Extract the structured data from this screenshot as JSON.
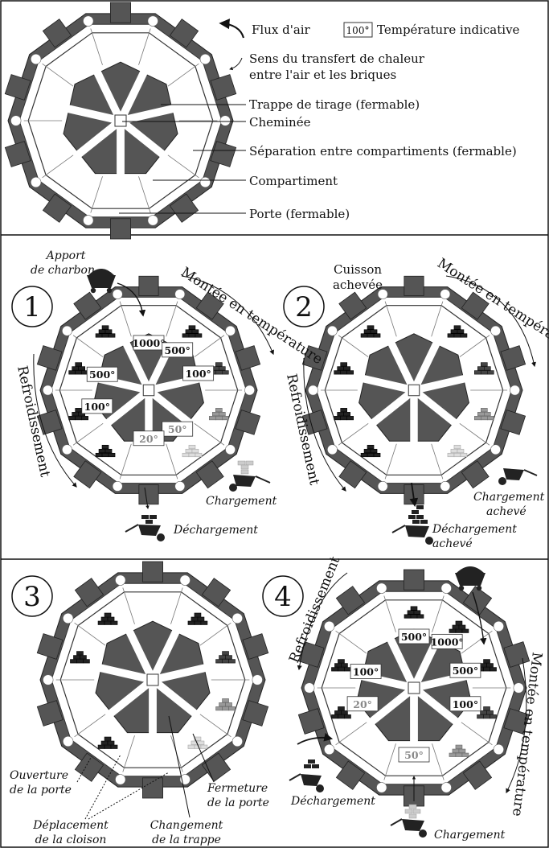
{
  "legend": {
    "air_flow": "Flux d'air",
    "temp_sample": "100°",
    "temp_label": "Température indicative",
    "heat_transfer_line1": "Sens du transfert de chaleur",
    "heat_transfer_line2": "entre l'air et les briques"
  },
  "parts": {
    "damper": "Trappe de tirage (fermable)",
    "chimney": "Cheminée",
    "separation": "Séparation entre compartiments (fermable)",
    "compartment": "Compartiment",
    "door": "Porte (fermable)"
  },
  "panels": [
    {
      "number": "1",
      "labels": {
        "coal_line1": "Apport",
        "coal_line2": "de charbon",
        "rising": "Montée en température",
        "cooling": "Refroidissement",
        "loading": "Chargement",
        "unloading": "Déchargement"
      },
      "temps": [
        "1000°",
        "500°",
        "500°",
        "100°",
        "100°",
        "50°",
        "20°"
      ]
    },
    {
      "number": "2",
      "labels": {
        "done_line1": "Cuisson",
        "done_line2": "achevée",
        "rising": "Montée en température",
        "cooling": "Refroidissement",
        "loading_line1": "Chargement",
        "loading_line2": "achevé",
        "unloading_line1": "Déchargement",
        "unloading_line2": "achevé"
      }
    },
    {
      "number": "3",
      "labels": {
        "open_line1": "Ouverture",
        "open_line2": "de la porte",
        "move_line1": "Déplacement",
        "move_line2": "de la cloison",
        "change_line1": "Changement",
        "change_line2": "de la trappe",
        "close_line1": "Fermeture",
        "close_line2": "de la porte"
      }
    },
    {
      "number": "4",
      "labels": {
        "cooling": "Refroidissement",
        "rising": "Montée en température",
        "unloading": "Déchargement",
        "loading": "Chargement"
      },
      "temps": [
        "500°",
        "1000°",
        "100°",
        "500°",
        "100°",
        "20°",
        "50°"
      ]
    }
  ]
}
